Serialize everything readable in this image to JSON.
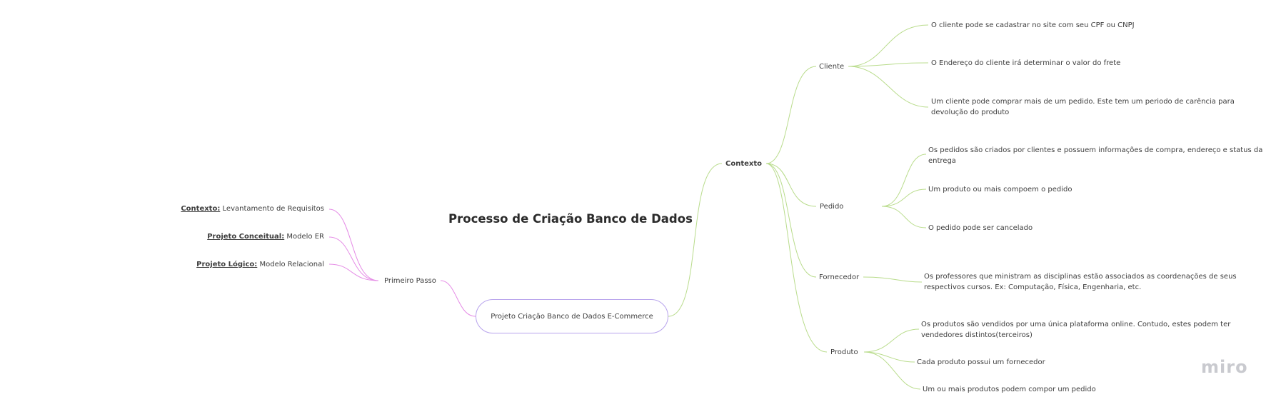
{
  "title": "Processo de Criação Banco de Dados",
  "root": "Projeto Criação Banco de Dados E-Commerce",
  "left": {
    "branch": "Primeiro Passo",
    "items": [
      {
        "label": "Contexto:",
        "text": "Levantamento de Requisitos"
      },
      {
        "label": "Projeto Conceitual:",
        "text": "Modelo ER"
      },
      {
        "label": "Projeto Lógico:",
        "text": "Modelo Relacional"
      }
    ]
  },
  "right": {
    "branch": "Contexto",
    "cliente": {
      "label": "Cliente",
      "items": [
        "O cliente pode se cadastrar no site  com seu CPF ou CNPJ",
        "O Endereço do cliente irá determinar o valor do frete",
        "Um cliente pode comprar mais de um pedido. Este tem um periodo de carência para devolução do produto"
      ]
    },
    "pedido": {
      "label": "Pedido",
      "items": [
        "Os pedidos são criados por clientes e possuem informações de compra, endereço e status da entrega",
        "Um produto ou mais compoem o pedido",
        "O pedido pode ser cancelado"
      ]
    },
    "fornecedor": {
      "label": "Fornecedor",
      "items": [
        "Os professores que ministram as disciplinas estão associados as coordenações de seus respectivos cursos. Ex: Computação, Física, Engenharia, etc."
      ]
    },
    "produto": {
      "label": "Produto",
      "items": [
        "Os produtos são vendidos por uma única plataforma online. Contudo, estes podem ter vendedores distintos(terceiros)",
        "Cada produto possui um fornecedor",
        "Um ou mais produtos podem compor um pedido"
      ]
    }
  },
  "brand": "miro",
  "colors": {
    "left_connector": "#e58ce6",
    "right_connector": "#b9dc8c",
    "root_border": "#b7a2ec",
    "logo": "#c9cacf"
  }
}
